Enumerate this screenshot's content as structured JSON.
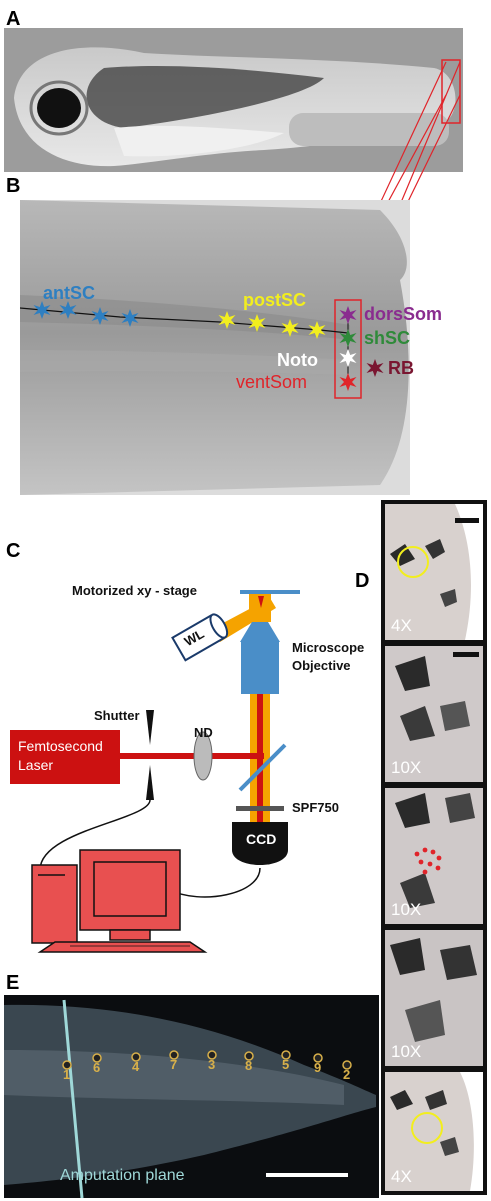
{
  "panels": {
    "A": "A",
    "B": "B",
    "C": "C",
    "D": "D",
    "E": "E"
  },
  "panelB": {
    "labels": {
      "antSC": "antSC",
      "postSC": "postSC",
      "dorsSom": "dorsSom",
      "shSC": "shSC",
      "Noto": "Noto",
      "ventSom": "ventSom",
      "RB": "RB"
    },
    "colors": {
      "antSC": "#2e7fc1",
      "postSC": "#f2ee1e",
      "dorsSom": "#8a2c8f",
      "shSC": "#2f8a3a",
      "Noto": "#ffffff",
      "ventSom": "#e0242a",
      "RB": "#7a1631"
    }
  },
  "panelC": {
    "stage": "Motorized xy - stage",
    "objective_line1": "Microscope",
    "objective_line2": "Objective",
    "wl": "WL",
    "shutter": "Shutter",
    "nd": "ND",
    "laser_line1": "Femtosecond",
    "laser_line2": "Laser",
    "filter": "SPF750",
    "camera": "CCD"
  },
  "panelD": {
    "magnifications": [
      "4X",
      "10X",
      "10X",
      "10X",
      "4X"
    ]
  },
  "panelE": {
    "numbers": [
      "1",
      "6",
      "4",
      "7",
      "3",
      "8",
      "5",
      "9",
      "2"
    ],
    "amputation": "Amputation plane"
  }
}
